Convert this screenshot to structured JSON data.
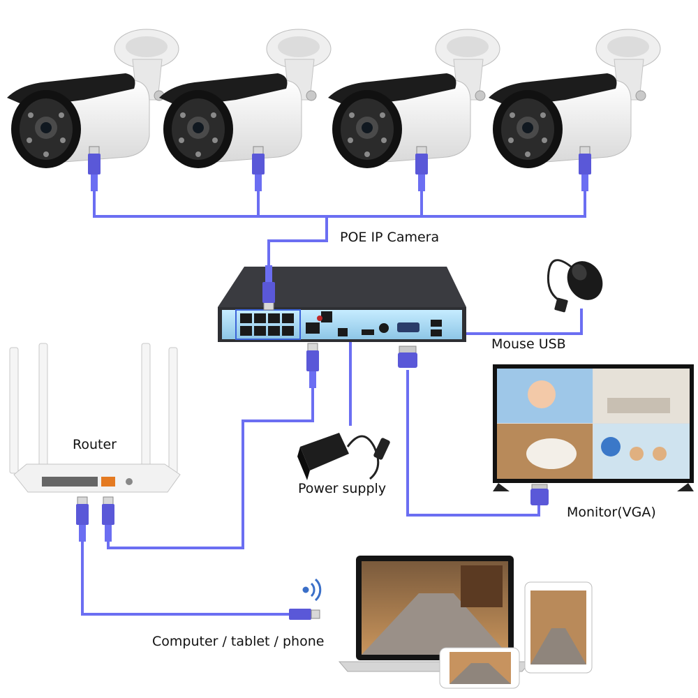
{
  "labels": {
    "poe": "POE IP Camera",
    "mouse": "Mouse USB",
    "router": "Router",
    "power": "Power supply",
    "monitor": "Monitor(VGA)",
    "clients": "Computer / tablet / phone"
  },
  "colors": {
    "cable": "#6b6ef2",
    "connector": "#5a58d8",
    "nvr_body": "#2e2f33",
    "nvr_face": "#a8d8f0",
    "camera_shell": "#f4f4f4",
    "camera_hood": "#1c1c1c"
  },
  "icons": {
    "camera": "bullet-camera-icon",
    "nvr": "nvr-recorder-icon",
    "router": "router-icon",
    "mouse": "mouse-icon",
    "power": "power-adapter-icon",
    "monitor": "monitor-icon",
    "laptop": "laptop-icon",
    "tablet": "tablet-icon",
    "phone": "phone-icon",
    "wifi": "wifi-signal-icon"
  }
}
